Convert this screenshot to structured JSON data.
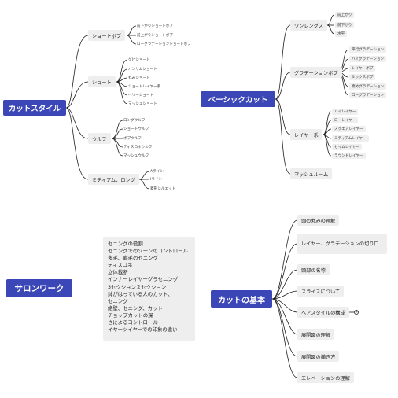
{
  "cut_style": {
    "title": "カットスタイル",
    "short_bob": {
      "label": "ショートボブ",
      "items": [
        "前下がりショートボブ",
        "前上がりショートボブ",
        "ローグラデーションショートボブ"
      ]
    },
    "short": {
      "label": "ショート",
      "items": [
        "グピショート",
        "ハンサムショート",
        "丸みショート",
        "ショートレイヤー系",
        "ベリーショート",
        "マッシュショート"
      ]
    },
    "wolf": {
      "label": "ウルフ",
      "items": [
        "ロングウルフ",
        "ショートウルフ",
        "ボブウルフ",
        "ディスコネウルフ",
        "マッシュウルフ"
      ]
    },
    "medium_long": {
      "label": "ミディアム、ロング",
      "items": [
        "Aライン",
        "Iライン",
        "菱形シルエット"
      ]
    }
  },
  "basic_cut": {
    "title": "ベーシックカット",
    "one_length": {
      "label": "ワンレングス",
      "items": [
        "前上がり",
        "前下がり",
        "水平"
      ]
    },
    "gradation_bob": {
      "label": "グラデーションボブ",
      "items": [
        "平行グラデーション",
        "ハイグラデーション",
        "レイヤーボブ",
        "ミックスボブ",
        "楕めグラデーション",
        "ローグラデーション"
      ]
    },
    "layer": {
      "label": "レイヤー系",
      "items": [
        "ハイレイヤー",
        "ローレイヤー",
        "スクエアレイヤー",
        "ミディアムレイヤー",
        "セイムレイヤー",
        "ラウンドレイヤー"
      ]
    },
    "mushroom": {
      "label": "マッシュルーム"
    }
  },
  "salon_work": {
    "title": "サロンワーク",
    "notes": [
      "セニングの役割",
      "セニングでのゾーンのコントロール",
      "多毛、癖毛のセニング",
      "ディスコネ",
      "立体裁断",
      "インナーレイヤーグラセニング",
      "3セクション２セクション",
      "鉢がはっている人のカット、",
      "セニング",
      "絶壁、セニング、カット",
      "チョップカットの深",
      "さによるコントロール",
      "イヤーツイヤーでの印象の違い"
    ]
  },
  "cut_basics": {
    "title": "カットの基本",
    "items": [
      "頭の丸みの理解",
      "レイヤー、グラデーションの切り口",
      "頭部の名称",
      "スライスについて",
      "ヘアスタイルの構成",
      "展開図の理解",
      "展開図の描き方",
      "エレベーションの理解"
    ],
    "collapse_symbol": "+"
  },
  "colors": {
    "root_bg": "#3b47b7",
    "node_bg": "#eeeeee",
    "line": "#1e1e1e"
  }
}
